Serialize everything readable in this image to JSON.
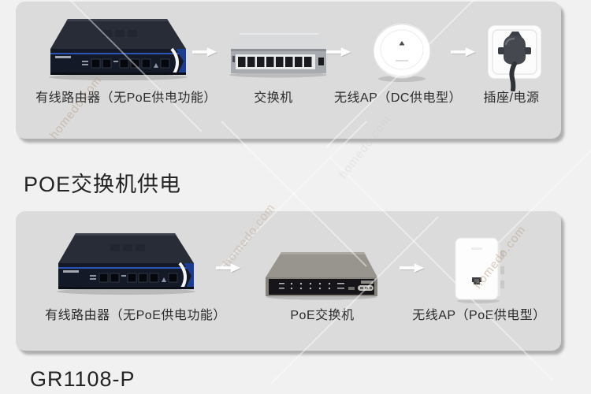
{
  "page": {
    "background_color": "#f1f1f1",
    "panel_color": "#dbdbdc",
    "router_accent_color": "#1c3d8f",
    "watermark": "homedo.com"
  },
  "section_dc": {
    "items": [
      {
        "label": "有线路由器（无PoE供电功能）",
        "device": "wired-router"
      },
      {
        "label": "交换机",
        "device": "switch"
      },
      {
        "label": "无线AP（DC供电型）",
        "device": "ceiling-ap"
      },
      {
        "label": "插座/电源",
        "device": "power-socket"
      }
    ]
  },
  "heading_poe": "POE交换机供电",
  "section_poe": {
    "items": [
      {
        "label": "有线路由器（无PoE供电功能）",
        "device": "wired-router"
      },
      {
        "label": "PoE交换机",
        "device": "poe-switch"
      },
      {
        "label": "无线AP（PoE供电型）",
        "device": "wall-ap"
      }
    ]
  },
  "footer_model": "GR1108-P"
}
